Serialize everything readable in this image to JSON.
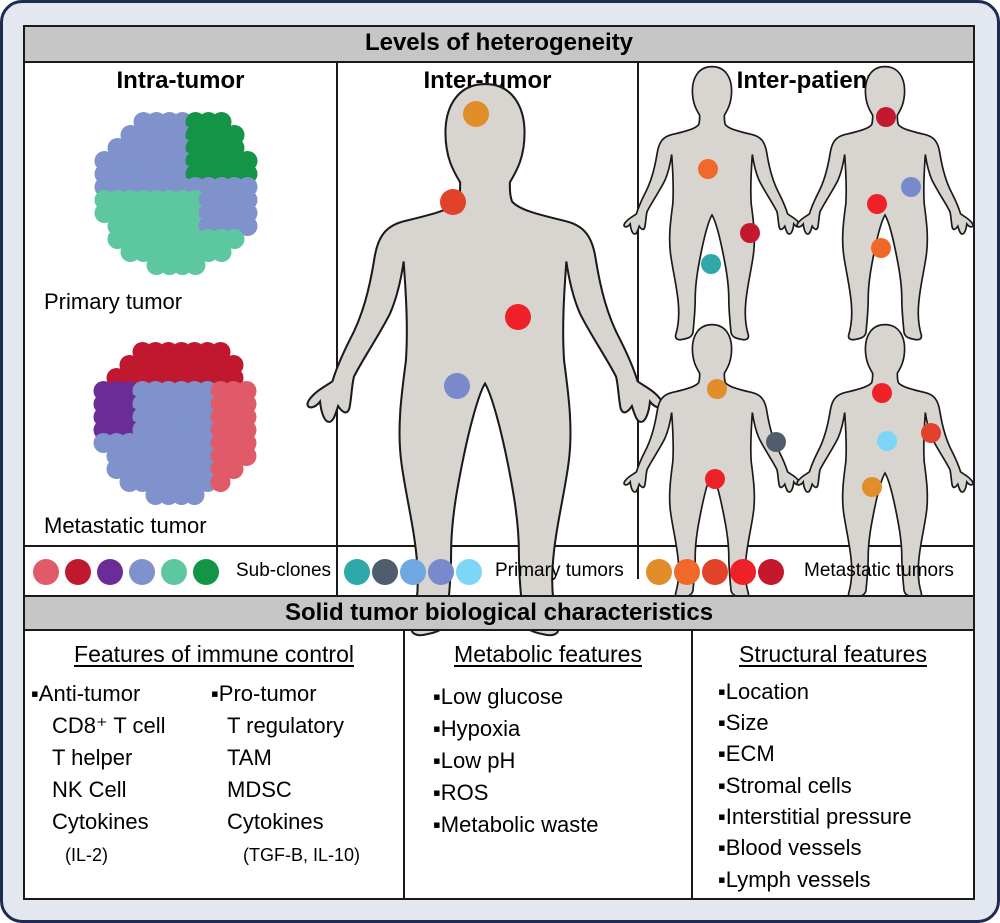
{
  "top_header": "Levels of heterogeneity",
  "columns": {
    "intra": "Intra-tumor",
    "inter_tumor": "Inter-tumor",
    "inter_patient": "Inter-patient"
  },
  "tumor_labels": {
    "primary": "Primary tumor",
    "metastatic": "Metastatic tumor"
  },
  "legend": {
    "subclones_label": "Sub-clones",
    "primary_label": "Primary tumors",
    "metastatic_label": "Metastatic tumors",
    "subclone_colors": [
      "#e05a6a",
      "#c0182e",
      "#6a2c96",
      "#7f92cc",
      "#5dc7a0",
      "#149447"
    ],
    "primary_colors": [
      "#2ea8a8",
      "#4f5d6d",
      "#6fa8e0",
      "#7889cc",
      "#7dd6f5"
    ],
    "metastatic_colors": [
      "#e08d2a",
      "#f0682a",
      "#e0422a",
      "#ee2128",
      "#c4182e"
    ]
  },
  "bottom_header": "Solid tumor biological characteristics",
  "immune": {
    "title": "Features of immune control",
    "anti": {
      "head": "▪Anti-tumor",
      "items": [
        "CD8⁺ T cell",
        "T helper",
        "NK Cell",
        "Cytokines"
      ],
      "note": "(IL-2)"
    },
    "pro": {
      "head": "▪Pro-tumor",
      "items": [
        "T regulatory",
        "TAM",
        "MDSC",
        "Cytokines"
      ],
      "note": "(TGF-B, IL-10)"
    }
  },
  "metabolic": {
    "title": "Metabolic features",
    "items": [
      "▪Low glucose",
      "▪Hypoxia",
      "▪Low pH",
      "▪ROS",
      "▪Metabolic waste"
    ]
  },
  "structural": {
    "title": "Structural features",
    "items": [
      "▪Location",
      "▪Size",
      "▪ECM",
      "▪Stromal cells",
      "▪Interstitial pressure",
      "▪Blood vessels",
      "▪Lymph vessels"
    ]
  }
}
